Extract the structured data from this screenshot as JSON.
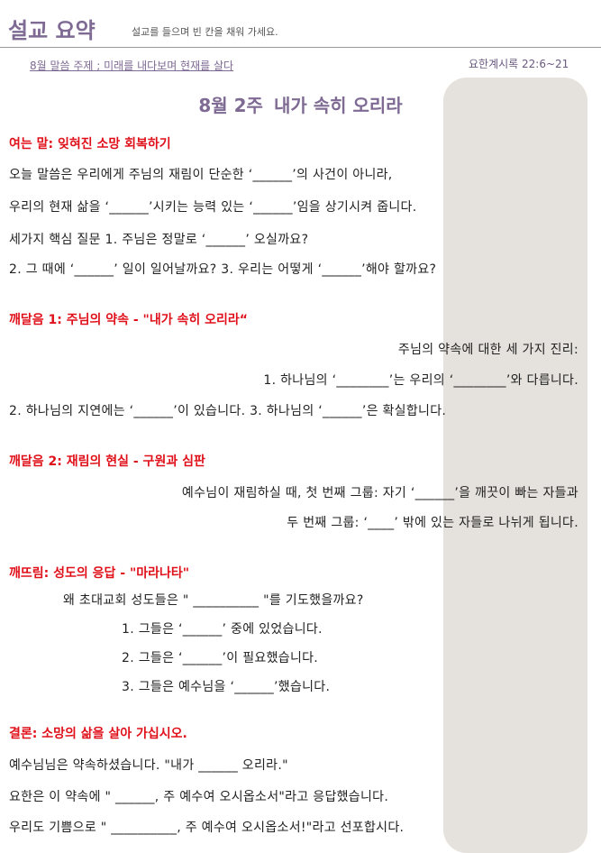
{
  "header": {
    "title": "설교 요약",
    "subtitle": "설교를 들으며 빈 칸을 채워 가세요.",
    "theme": "8월 말씀 주제 ; 미래를 내다보며 현재를 살다",
    "scripture": "요한계시록 22:6~21"
  },
  "sermon": {
    "week": "8월 2주",
    "title": "내가 속히 오리라"
  },
  "sections": {
    "opening": {
      "heading": "여는 말: 잊혀진 소망 회복하기",
      "lines": [
        "오늘 말씀은 우리에게 주님의 재림이 단순한 ‘______’의 사건이 아니라,",
        "우리의 현재 삶을 ‘______’시키는 능력 있는 ‘______’임을 상기시켜 줍니다.",
        "세가지 핵심 질문  1. 주님은 정말로 ‘______’ 오실까요?",
        "2. 그 때에 ‘______’ 일이 일어날까요?  3. 우리는 어떻게 ‘______’해야 할까요?"
      ]
    },
    "insight1": {
      "heading": "깨달음 1: 주님의 약속 - \"내가 속히 오리라“",
      "lines": [
        "주님의 약속에 대한 세 가지 진리:",
        "1.   하나님의 ‘________’는 우리의 ‘________’와 다릅니다.",
        "2. 하나님의 지연에는 ‘______’이 있습니다.   3. 하나님의 ‘______’은 확실합니다."
      ]
    },
    "insight2": {
      "heading": "깨달음 2: 재림의 현실 - 구원과 심판",
      "lines": [
        "예수님이 재림하실 때,  첫 번째 그룹: 자기 ‘______’을 깨끗이 빠는 자들과",
        "두 번째 그룹: ‘____’ 밖에 있는 자들로 나뉘게 됩니다."
      ]
    },
    "awakening": {
      "heading": "깨뜨림: 성도의 응답 - \"마라나타\"",
      "lines": [
        "왜 초대교회 성도들은 \" __________ \"를 기도했을까요?",
        "1. 그들은 ‘______’ 중에 있었습니다.",
        "2. 그들은 ‘______’이 필요했습니다.",
        "3. 그들은 예수님을 ‘______’했습니다."
      ]
    },
    "conclusion": {
      "heading": "결론: 소망의 삶을 살아 가십시오.",
      "lines": [
        "예수님님은 약속하셨습니다. \"내가 ______ 오리라.\"",
        "요한은 이 약속에 \" ______, 주 예수여 오시옵소서\"라고 응답했습니다.",
        "우리도 기쁨으로  \" __________, 주 예수여 오시옵소서!\"라고 선포합시다."
      ]
    }
  }
}
